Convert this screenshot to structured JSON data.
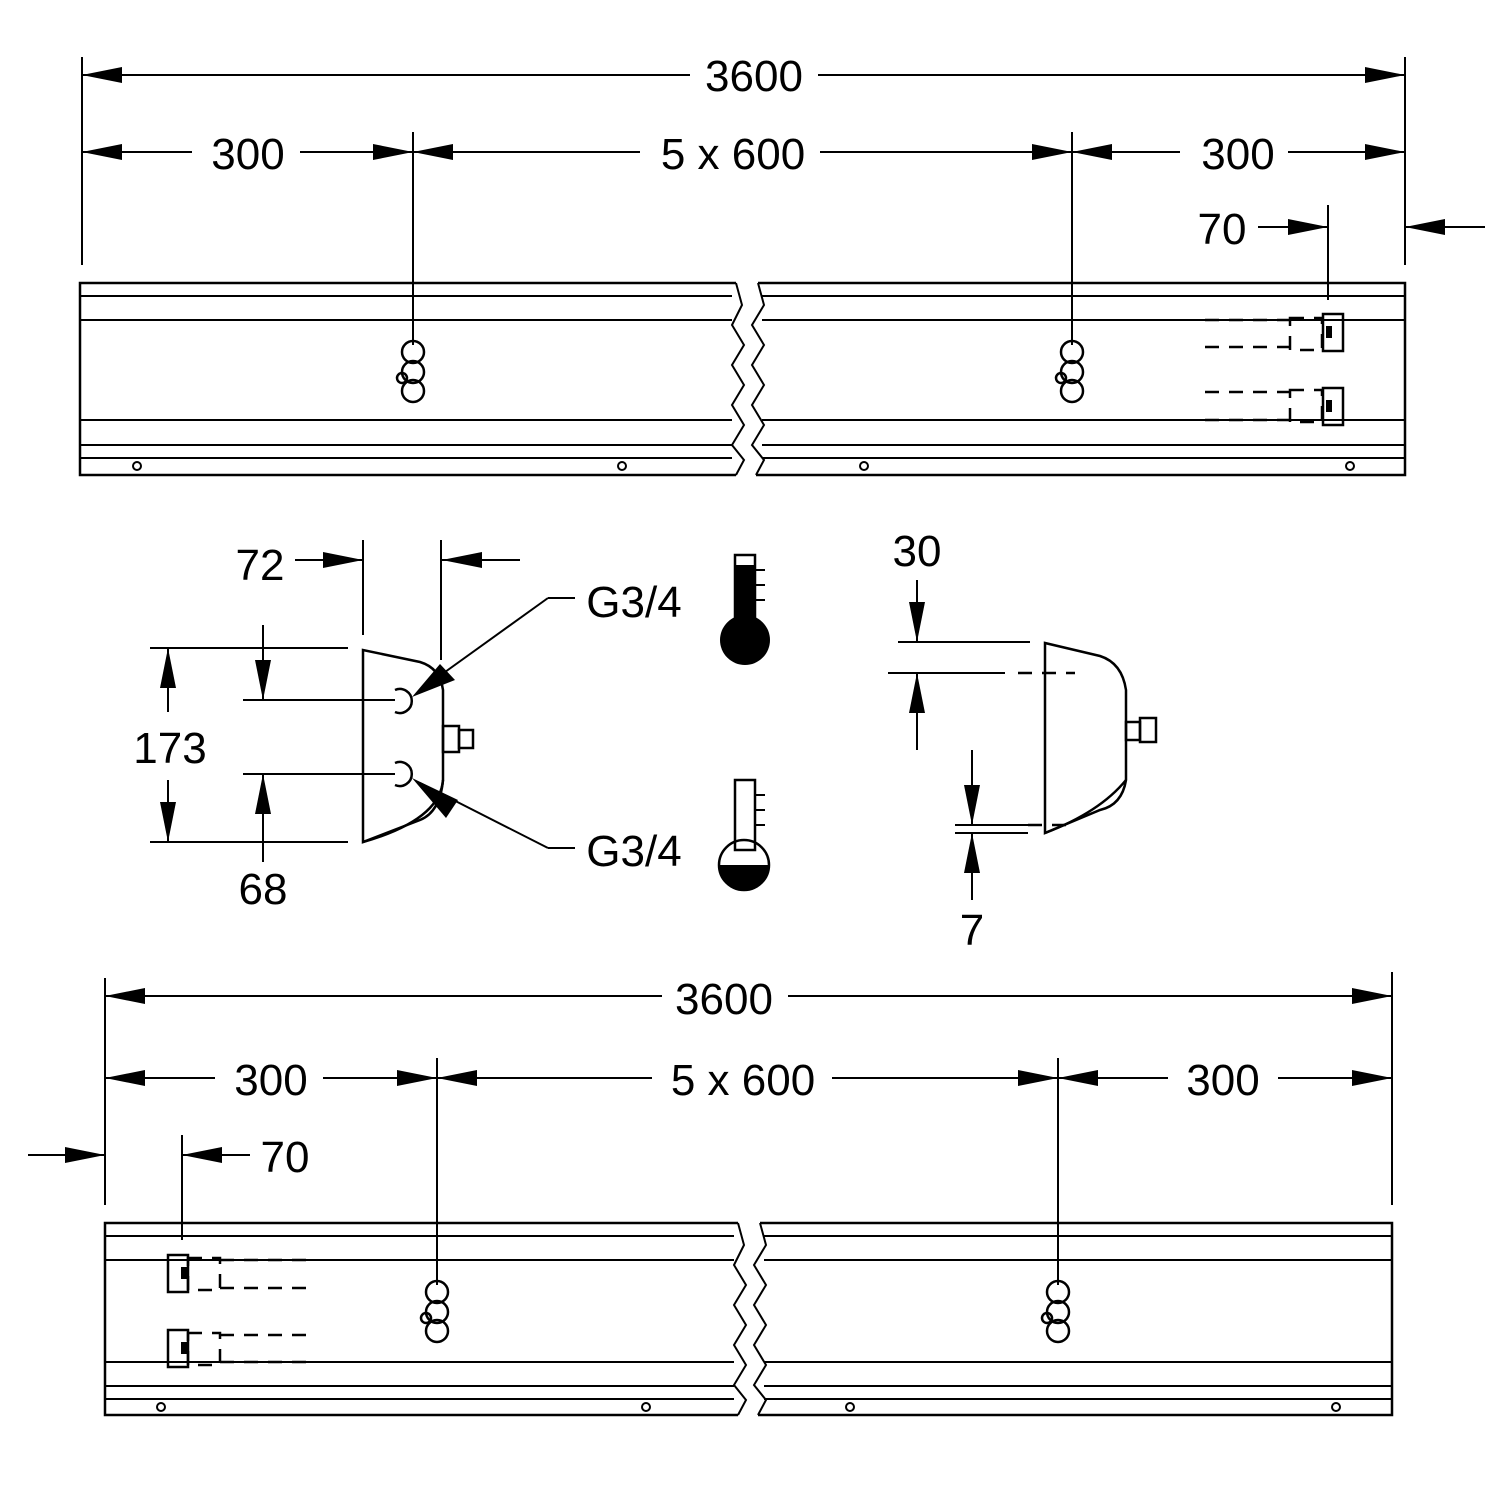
{
  "top_view": {
    "overall": "3600",
    "left_end": "300",
    "middle": "5 x 600",
    "right_end": "300",
    "offset": "70"
  },
  "bottom_view": {
    "overall": "3600",
    "left_end": "300",
    "middle": "5 x 600",
    "right_end": "300",
    "offset": "70"
  },
  "side_section": {
    "depth_top": "72",
    "height": "173",
    "spacing": "68",
    "thread_upper": "G3/4",
    "thread_lower": "G3/4"
  },
  "profile_section": {
    "top_gap": "30",
    "bottom_gap": "7"
  },
  "icons": [
    "thermometer-hot-icon",
    "thermometer-cold-icon",
    "valve-icon"
  ]
}
